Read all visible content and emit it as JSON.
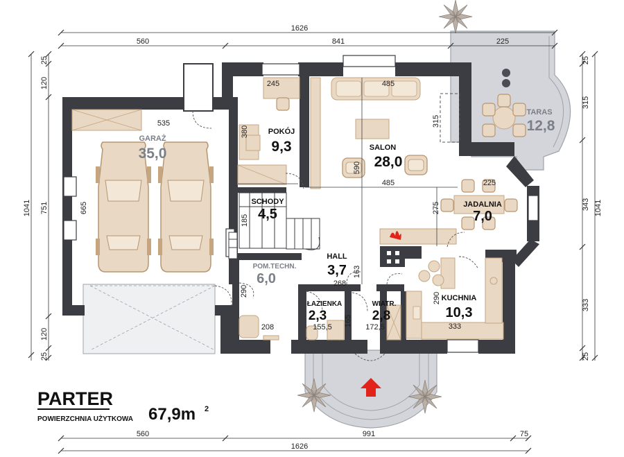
{
  "plan": {
    "title": "PARTER",
    "subtitle": "POWIERZCHNIA UŻYTKOWA",
    "total_area": "67,9m",
    "total_area_sup": "2"
  },
  "rooms": {
    "garage": {
      "name": "GARAŻ",
      "area": "35,0"
    },
    "room": {
      "name": "POKÓJ",
      "area": "9,3"
    },
    "salon": {
      "name": "SALON",
      "area": "28,0"
    },
    "terrace": {
      "name": "TARAS",
      "area": "12,8"
    },
    "stairs": {
      "name": "SCHODY",
      "area": "4,5"
    },
    "dining": {
      "name": "JADALNIA",
      "area": "7,0"
    },
    "hall": {
      "name": "HALL",
      "area": "3,7"
    },
    "tech": {
      "name": "POM.TECHN.",
      "area": "6,0"
    },
    "kitchen": {
      "name": "KUCHNIA",
      "area": "10,3"
    },
    "bath": {
      "name": "ŁAZIENKA",
      "area": "2,3"
    },
    "wind": {
      "name": "WIATR.",
      "area": "2,8"
    }
  },
  "dims": {
    "top_total": "1626",
    "top_left": "560",
    "top_mid": "841",
    "top_right": "225",
    "bot_total": "1626",
    "bot_left": "560",
    "bot_mid": "991",
    "bot_right": "75",
    "left_total": "1041",
    "left_a": "25",
    "left_b": "120",
    "left_c": "751",
    "left_d": "120",
    "left_e": "25",
    "right_total": "1041",
    "right_a": "25",
    "right_b": "315",
    "right_c": "343",
    "right_d": "333",
    "right_e": "25",
    "garage_w": "535",
    "garage_h": "665",
    "room_w": "245",
    "room_h": "380",
    "salon_w_top": "485",
    "salon_w_bot": "485",
    "salon_h": "590",
    "salon_side": "315",
    "dining_w": "225",
    "dining_h": "275",
    "stairs_h": "185",
    "hall_w": "268",
    "hall_h": "163",
    "tech_h": "290",
    "tech_w": "208",
    "bath_w": "155,5",
    "bath_h": "165",
    "wind_w": "172,5",
    "kitchen_h": "290",
    "kitchen_w": "333"
  },
  "colors": {
    "wall": "#3b3d42",
    "furniture": "#e9d8c3",
    "furniture_stroke": "#c6a680",
    "accent_arrow": "#e2231a"
  }
}
